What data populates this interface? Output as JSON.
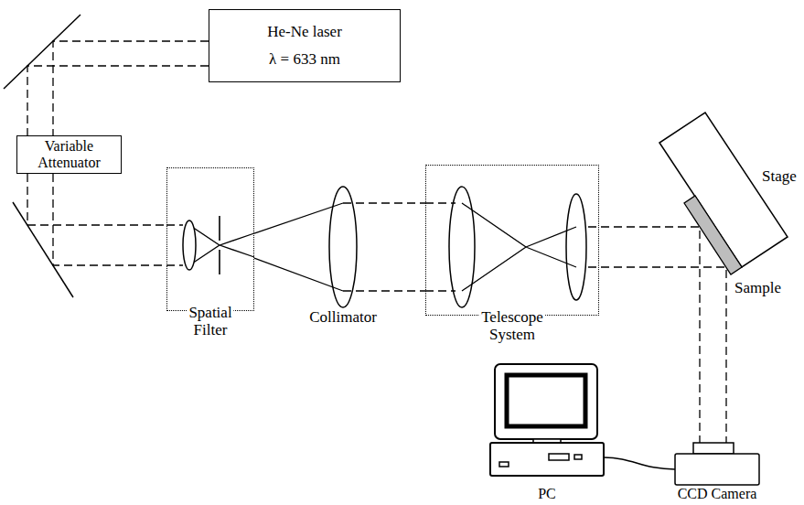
{
  "diagram": {
    "nodes": [
      {
        "text": [
          "He-Ne laser",
          "λ = 633 nm"
        ]
      },
      {
        "text": [
          "Variable Attenuator"
        ]
      },
      {
        "text": [
          "Spatial Filter"
        ]
      },
      {
        "text": [
          "Telescope System"
        ]
      }
    ],
    "edges": [
      {
        "from": 0,
        "to": 1,
        "arrow": "none"
      },
      {
        "from": 1,
        "to": 2,
        "arrow": "none"
      },
      {
        "from": 2,
        "to": 3,
        "arrow": "none"
      }
    ],
    "labels": [
      "Collimator",
      "Stage",
      "Sample",
      "CCD Camera",
      "PC"
    ]
  }
}
